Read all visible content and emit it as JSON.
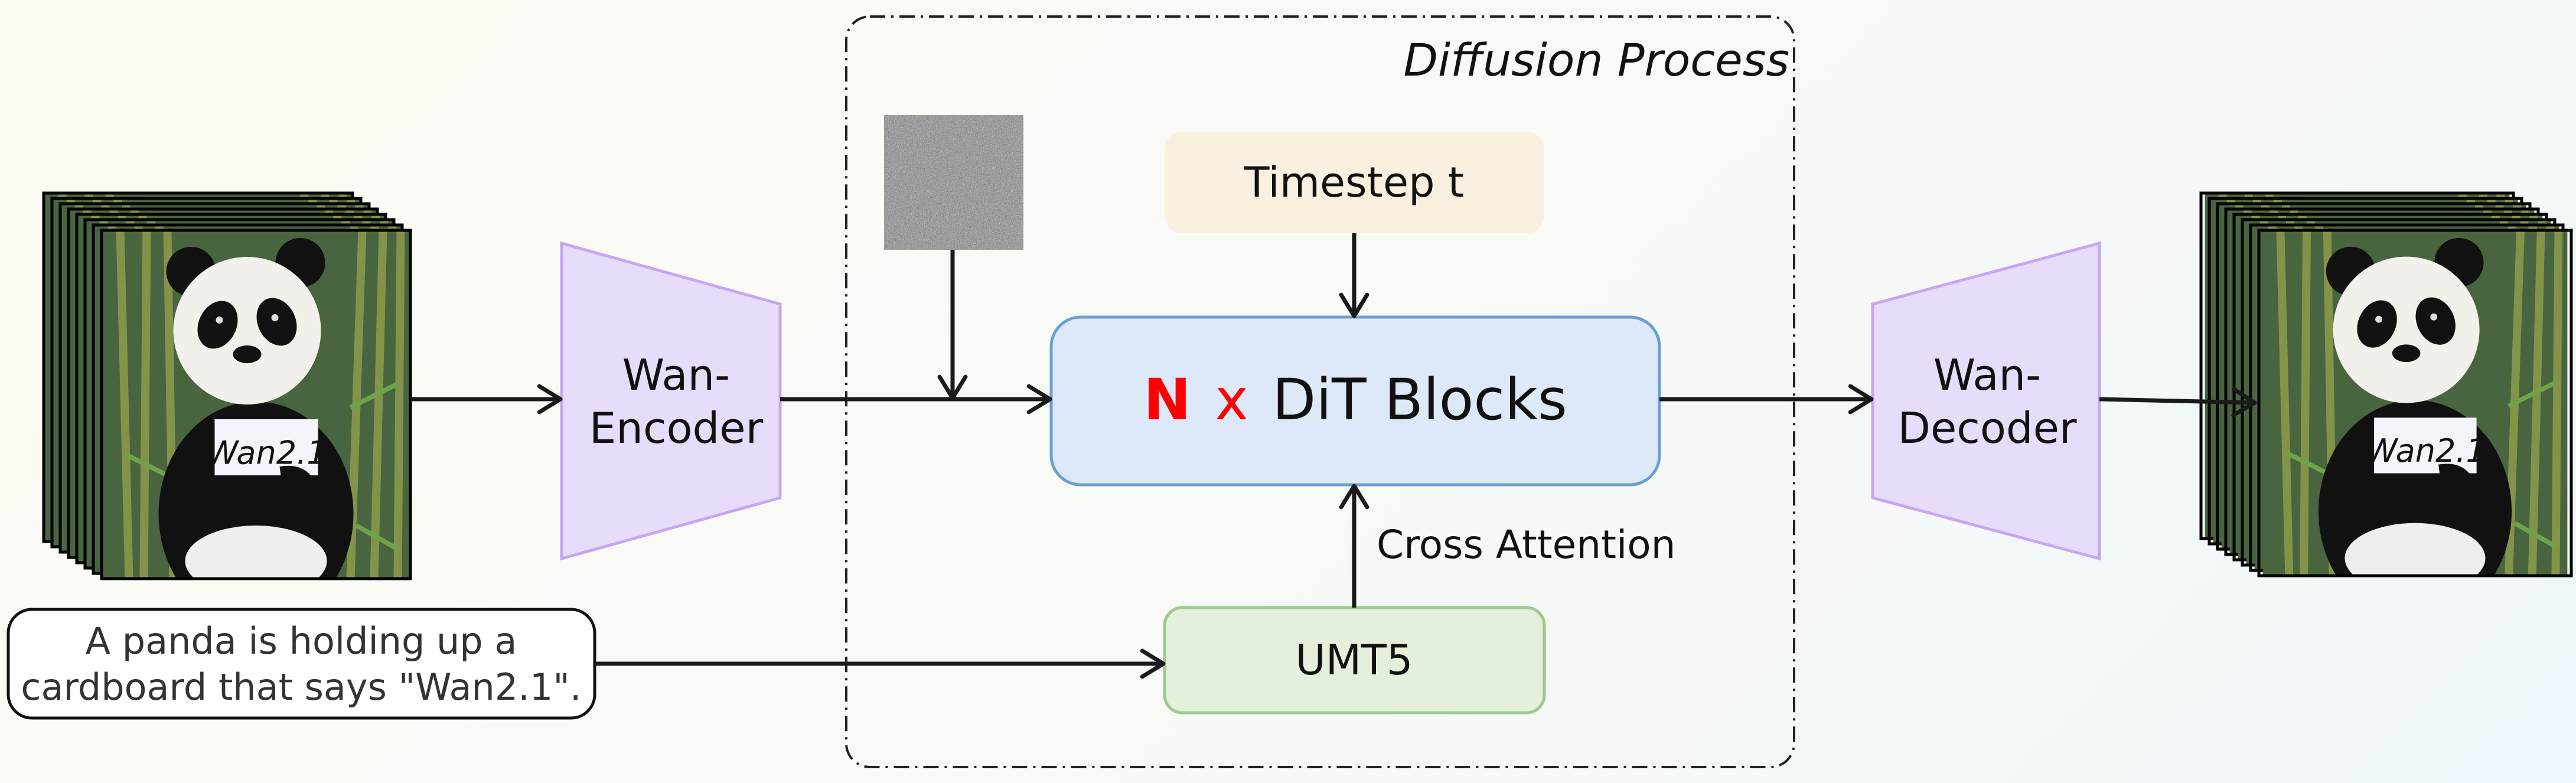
{
  "diffusion_process": {
    "title": "Diffusion Process"
  },
  "input_video": {
    "sign_text": "Wan2.1"
  },
  "output_video": {
    "sign_text": "Wan2.1"
  },
  "encoder": {
    "line1": "Wan-",
    "line2": "Encoder"
  },
  "decoder": {
    "line1": "Wan-",
    "line2": "Decoder"
  },
  "timestep": {
    "label": "Timestep t"
  },
  "dit": {
    "n": "N",
    "x": "x",
    "label": "DiT Blocks"
  },
  "umt5": {
    "label": "UMT5"
  },
  "cross_attention": {
    "label": "Cross Attention"
  },
  "prompt": {
    "line1": "A panda is holding up a",
    "line2": "cardboard that says \"Wan2.1\"."
  },
  "colors": {
    "encoder_fill": "#e7ddfb",
    "encoder_stroke": "#c7a6f2",
    "timestep_fill": "#faf0df",
    "dit_fill": "#dde9f9",
    "dit_stroke": "#6b9fd3",
    "umt5_fill": "#e4f0dc",
    "umt5_stroke": "#9dc98b",
    "highlight_red": "#ff0000"
  }
}
